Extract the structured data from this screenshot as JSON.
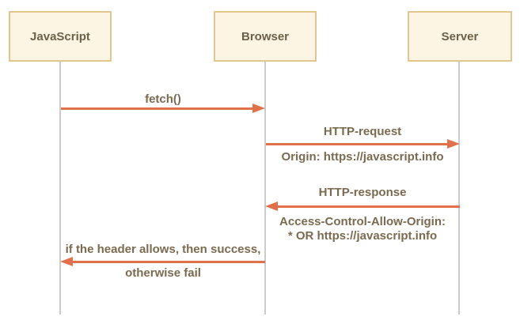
{
  "actors": [
    {
      "label": "JavaScript"
    },
    {
      "label": "Browser"
    },
    {
      "label": "Server"
    }
  ],
  "messages": [
    {
      "from": "JavaScript",
      "to": "Browser",
      "direction": "right",
      "label": "fetch()"
    },
    {
      "from": "Browser",
      "to": "Server",
      "direction": "right",
      "label": "HTTP-request",
      "detail": "Origin: https://javascript.info"
    },
    {
      "from": "Server",
      "to": "Browser",
      "direction": "left",
      "label": "HTTP-response",
      "detail": "Access-Control-Allow-Origin:\n* OR https://javascript.info"
    },
    {
      "from": "Browser",
      "to": "JavaScript",
      "direction": "left",
      "label": "if the header allows, then success,",
      "label_line2": "otherwise fail"
    }
  ],
  "colors": {
    "background": "#FFFFFF",
    "box-fill": "#FCF5E3",
    "box-border": "#E3C58F",
    "box-text": "#6C6047",
    "label-text": "#7B6A4F",
    "arrow": "#E0714A",
    "lifeline": "#CBCBCB"
  }
}
